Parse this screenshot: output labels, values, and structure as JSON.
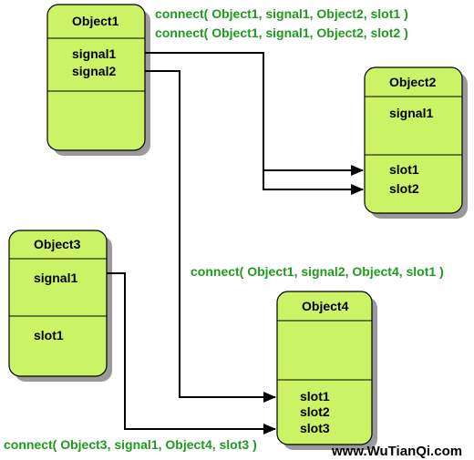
{
  "colors": {
    "box_fill": "#ccf266",
    "box_border": "#000000",
    "shadow": "#9a9a9a",
    "connect_text": "#1f9a1f",
    "line": "#000000"
  },
  "objects": {
    "object1": {
      "title": "Object1",
      "signal1": "signal1",
      "signal2": "signal2"
    },
    "object2": {
      "title": "Object2",
      "signal1": "signal1",
      "slot1": "slot1",
      "slot2": "slot2"
    },
    "object3": {
      "title": "Object3",
      "signal1": "signal1",
      "slot1": "slot1"
    },
    "object4": {
      "title": "Object4",
      "slot1": "slot1",
      "slot2": "slot2",
      "slot3": "slot3"
    }
  },
  "connections": {
    "c1": "connect( Object1, signal1, Object2, slot1 )",
    "c2": "connect( Object1, signal1, Object2, slot2 )",
    "c3": "connect( Object1, signal2, Object4, slot1 )",
    "c4": "connect( Object3, signal1, Object4, slot3 )"
  },
  "watermark": "www.WuTianQi.com"
}
